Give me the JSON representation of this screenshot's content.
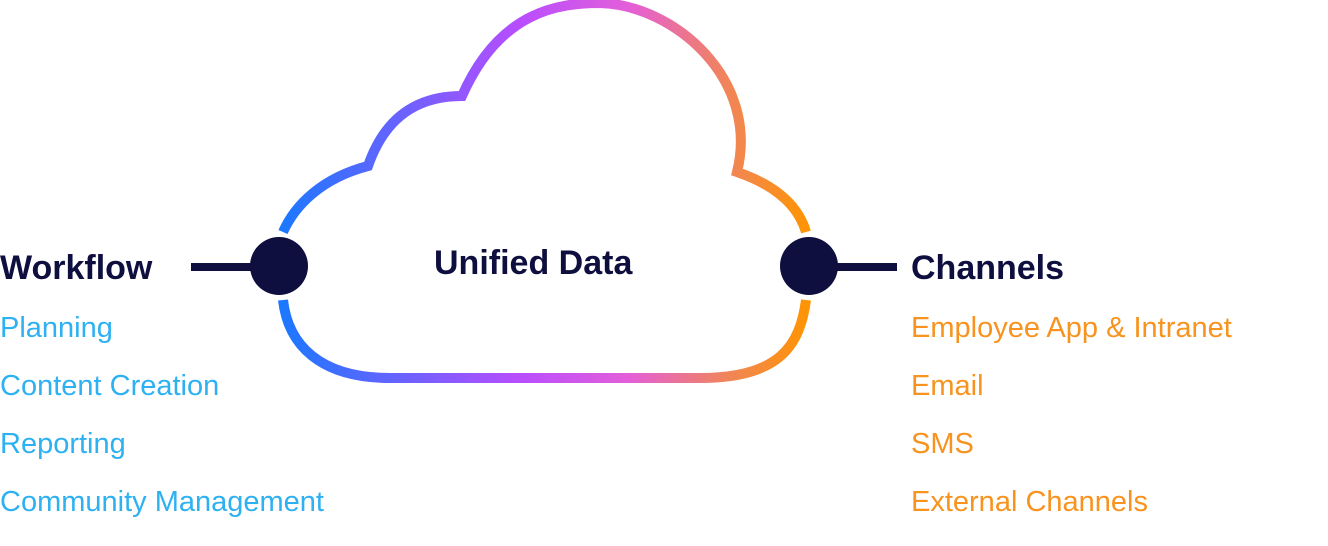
{
  "colors": {
    "navy": "#0e0e3f",
    "workflow_text": "#2eb1f1",
    "channels_text": "#f7931e",
    "cloud_gradient": [
      "#1a78ff",
      "#b84dff",
      "#e45fd8",
      "#f0845c",
      "#ff9500"
    ]
  },
  "center": {
    "title": "Unified Data"
  },
  "workflow": {
    "title": "Workflow",
    "items": [
      "Planning",
      "Content Creation",
      "Reporting",
      "Community Management"
    ]
  },
  "channels": {
    "title": "Channels",
    "items": [
      "Employee App & Intranet",
      "Email",
      "SMS",
      "External Channels"
    ]
  }
}
